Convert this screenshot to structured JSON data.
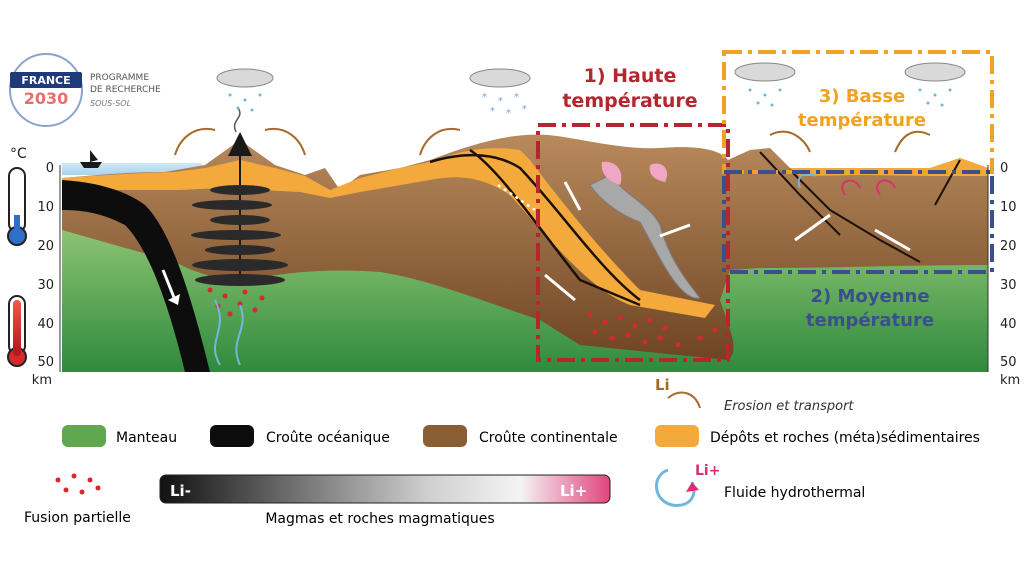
{
  "logo": {
    "france": "FRANCE",
    "year": "2030",
    "program_line1": "PROGRAMME",
    "program_line2": "DE RECHERCHE",
    "program_line3": "SOUS-SOL"
  },
  "axis": {
    "unit_top": "°C",
    "unit_bottom": "km",
    "ticks": [
      "0",
      "10",
      "20",
      "30",
      "40",
      "50"
    ]
  },
  "zones": {
    "high": {
      "line1": "1) Haute",
      "line2": "température",
      "color": "#b5262f"
    },
    "medium": {
      "line1": "2) Moyenne",
      "line2": "température",
      "color": "#3a4f8c"
    },
    "low": {
      "line1": "3) Basse",
      "line2": "température",
      "color": "#f0a322"
    }
  },
  "legend": {
    "manteau": "Manteau",
    "croute_oceanique": "Croûte océanique",
    "croute_continentale": "Croûte continentale",
    "depots": "Dépôts et roches (méta)sédimentaires",
    "fusion": "Fusion partielle",
    "magmas": "Magmas et roches magmatiques",
    "li_minus": "Li-",
    "li_plus": "Li+",
    "li_erosion": "Li",
    "erosion": "Erosion et transport",
    "fluid_li": "Li+",
    "fluide": "Fluide hydrothermal"
  },
  "colors": {
    "mantle": "#5fa84f",
    "oceanic": "#111111",
    "continental": "#8a5e34",
    "sediment": "#f3a93b",
    "melt": "#d62a2a",
    "fluid": "#6fb8dc",
    "lithium_plus": "#d8326e"
  }
}
